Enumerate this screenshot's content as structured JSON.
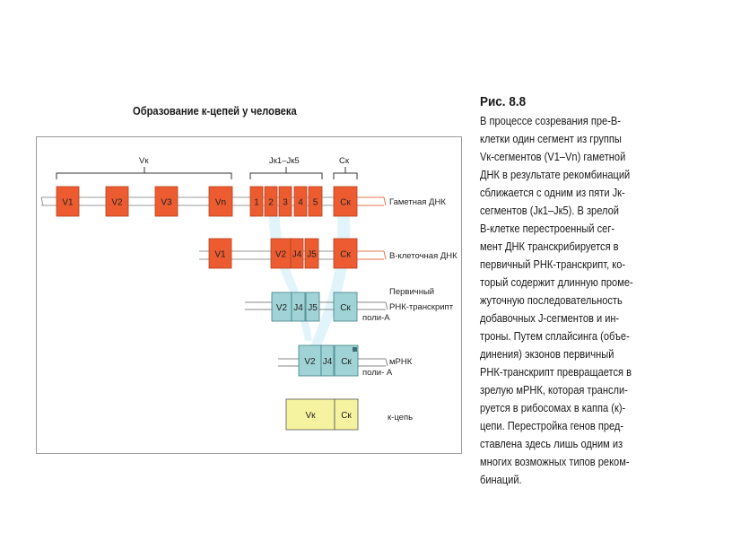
{
  "figure": {
    "title": "Образование к-цепей у человека",
    "groups": {
      "v": "Vк",
      "j": "Jк1–Jк5",
      "c": "Cк"
    },
    "rows": {
      "germline": {
        "label": "Гаметная ДНК",
        "segments": [
          "V1",
          "V2",
          "V3",
          "Vn",
          "1",
          "2",
          "3",
          "4",
          "5",
          "Cк"
        ]
      },
      "bcell": {
        "label": "В-клеточная ДНК",
        "segments": [
          "V1",
          "V2",
          "J4",
          "J5",
          "Cк"
        ]
      },
      "primary": {
        "label_line1": "Первичный",
        "label_line2": "РНК-транскрипт",
        "polya": "поли-А",
        "segments": [
          "V2",
          "J4",
          "J5",
          "Cк"
        ]
      },
      "mrna": {
        "label": "мРНК",
        "polya": "поли- А",
        "segments": [
          "V2",
          "J4",
          "Cк"
        ]
      },
      "chain": {
        "label": "к-цепь",
        "segments": [
          "Vк",
          "Cк"
        ]
      }
    },
    "colors": {
      "dna": "#ec5c30",
      "rna": "#9fd3d6",
      "protein": "#f5f2a0",
      "guide": "#dff3fb"
    }
  },
  "caption": {
    "title": "Рис. 8.8",
    "lines": [
      "В процессе созревания пре-В-",
      "клетки один сегмент из группы",
      "Vк-сегментов (V1–Vn) гаметной",
      "ДНК в результате рекомбинаций",
      "сближается с одним из пяти Jк-",
      "сегментов (Jк1–Jк5). В зрелой",
      "В-клетке перестроенный сег-",
      "мент ДНК транскрибируется в",
      "первичный РНК-транскрипт, ко-",
      "торый содержит длинную проме-",
      "жуточную последовательность",
      "добавочных J-сегментов и ин-",
      "троны. Путем сплайсинга (объе-",
      "динения) экзонов первичный",
      "РНК-транскрипт превращается в",
      "зрелую мРНК, которая трансли-",
      "руется в рибосомах в каппа (к)-",
      "цепи. Перестройка генов пред-",
      "ставлена здесь лишь одним из",
      "многих возможных типов реком-",
      "бинаций."
    ]
  }
}
